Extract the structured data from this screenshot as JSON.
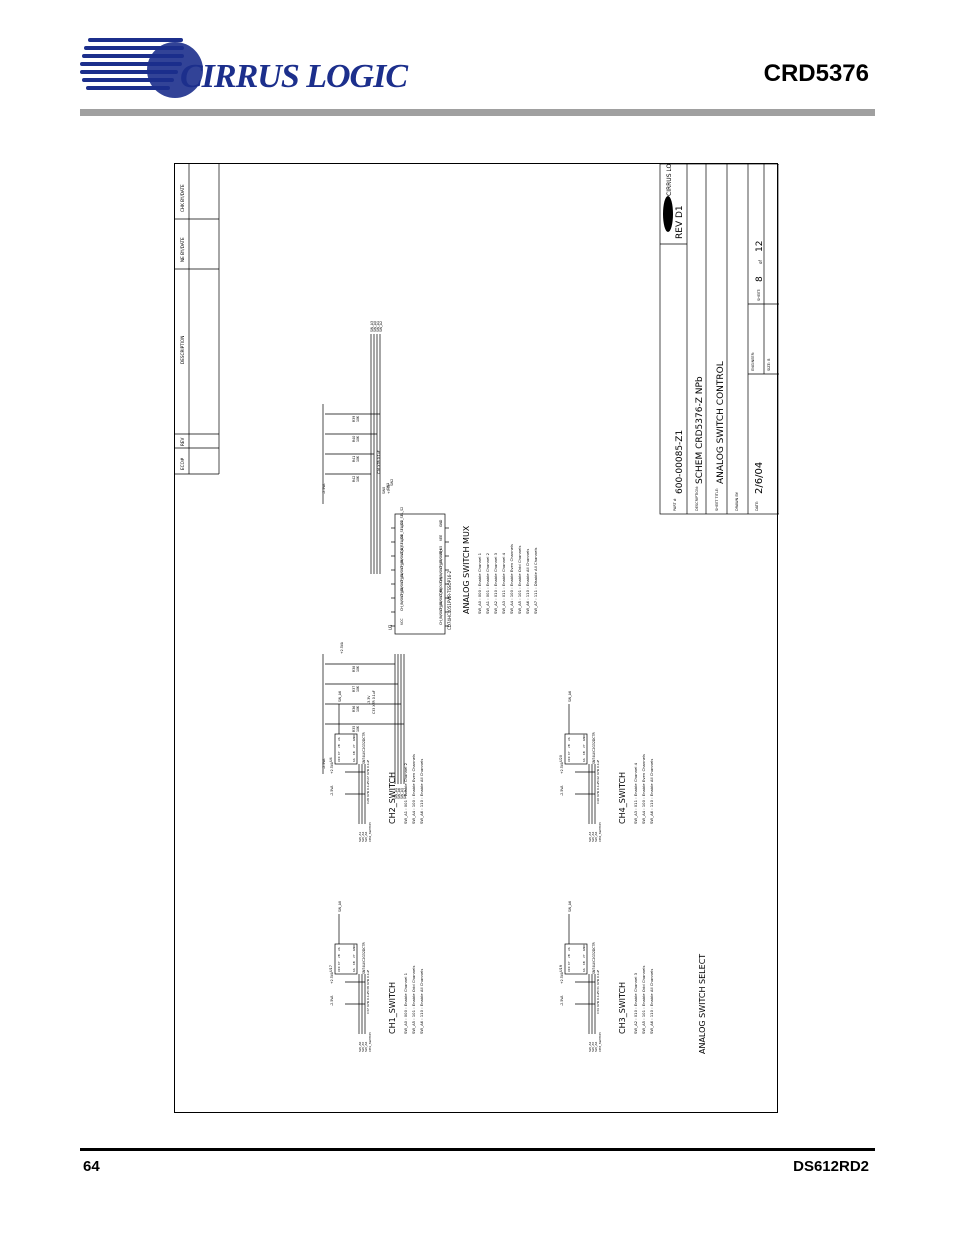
{
  "header": {
    "company": "CIRRUS LOGIC",
    "product": "CRD5376"
  },
  "footer": {
    "page_number": "64",
    "doc_id": "DS612RD2"
  },
  "revision_block": {
    "col_eco": "ECO#",
    "col_rev": "REV",
    "col_description": "DESCRIPTION",
    "col_ne": "NE BY/DATE",
    "col_chk": "CHK BY/DATE"
  },
  "title_block": {
    "company_logo": "CIRRUS LOGIC",
    "part_label": "PART #",
    "part_number": "600-00085-Z1",
    "rev": "REV D1",
    "description_label": "DESCRIPTION:",
    "description": "SCHEM CRD5376-Z NPb",
    "sheet_title_label": "SHEET TITLE:",
    "sheet_title": "ANALOG SWITCH CONTROL",
    "drawn_by_label": "DRAWN BY:",
    "engineer_label": "ENGINEER:",
    "date_label": "DATE:",
    "date": "2/6/04",
    "size_label": "SIZE: B",
    "sheet_label": "SHEET:",
    "sheet_num": "8",
    "of_label": "of",
    "sheet_total": "12"
  },
  "schematic": {
    "mux": {
      "title": "ANALOG SWITCH MUX",
      "ref": "U3",
      "part": "CD74HC4051PWR-TSSOP16-2",
      "pins_left": [
        "CH_IN/OUT_A4",
        "CH_IN/OUT_A6",
        "COM_OUT/IN",
        "CH_IN/OUT_A7",
        "CH_IN/OUT_A5",
        "INH",
        "VEE",
        "GND"
      ],
      "pins_right": [
        "VCC",
        "CH_IN/OUT_A2",
        "CH_IN/OUT_A1",
        "CH_IN/OUT_A0",
        "CH_IN/OUT_A3",
        "ADD_SEL_S0",
        "ADD_SEL_S1",
        "ADD_SEL_S2"
      ],
      "notes": [
        "SW_A0 : 000 : Enable Channel 1",
        "SW_A1 : 001 : Enable Channel 2",
        "SW_A2 : 010 : Enable Channel 3",
        "SW_A3 : 011 : Enable Channel 4",
        "SW_A4 : 100 : Enable Even Channels",
        "SW_A5 : 101 : Enable Odd Channels",
        "SW_A6 : 110 : Enable All Channels",
        "SW_A7 : 111 : Disable All Channels"
      ],
      "top_nets": [
        "SW_A2",
        "SW_A1",
        "SW_A0",
        "SW_A3"
      ],
      "bottom_nets": [
        "SW_A4",
        "SW_A6",
        "SW_A5",
        "SW_A7"
      ],
      "sel_nets": [
        "SW0",
        "SW1",
        "SW2"
      ],
      "rail_pos": "+3.3V",
      "rail_neg": "-3.3V",
      "rail_pos_a": "+2.5VA",
      "rail_neg_a": "-2.5VA",
      "cap_pos": [
        "C26",
        "X7R",
        "0.1uF"
      ],
      "cap_neg": [
        "C33",
        "X7R",
        "0.1uF"
      ],
      "res_top": [
        [
          "R39",
          "10K"
        ],
        [
          "R40",
          "10K"
        ],
        [
          "R41",
          "10K"
        ],
        [
          "R42",
          "10K"
        ]
      ],
      "res_bot": [
        [
          "R38",
          "10K"
        ],
        [
          "R37",
          "10K"
        ],
        [
          "R36",
          "10K"
        ],
        [
          "R35",
          "10K"
        ]
      ]
    },
    "switches": [
      {
        "title": "CH1_SWITCH",
        "ref": "U17",
        "part": "SN74LVC2G32DCTR",
        "caps": [
          [
            "C37",
            "X7R",
            "0.1uF"
          ],
          [
            "C38",
            "X7R",
            "0.1uF"
          ]
        ],
        "inputs": [
          "SW_A0",
          "SW_A5",
          "SW_A6"
        ],
        "out": "CH1_SWITCH",
        "tag": "SW_A8",
        "notes": [
          "SW_A0 : 000 : Enable Channel 1",
          "SW_A5 : 101 : Enable Odd Channels",
          "SW_A6 : 110 : Enable All Channels"
        ]
      },
      {
        "title": "CH2_SWITCH",
        "ref": "U4",
        "part": "SN74LVC2G32DCTR",
        "caps": [
          [
            "C28",
            "X7R",
            "0.1uF"
          ],
          [
            "C27",
            "X7R",
            "0.1uF"
          ]
        ],
        "inputs": [
          "SW_A1",
          "SW_A4",
          "SW_A6"
        ],
        "out": "CH2_SWITCH",
        "tag": "SW_A6",
        "notes": [
          "SW_A1 : 001 : Enable Channel 2",
          "SW_A4 : 100 : Enable Even Channels",
          "SW_A6 : 110 : Enable All Channels"
        ]
      },
      {
        "title": "CH3_SWITCH",
        "ref": "U19",
        "part": "SN74LVC2G32DCTR",
        "caps": [
          [
            "C34",
            "X7R",
            "0.1uF"
          ],
          [
            "C31",
            "X7R",
            "0.1uF"
          ]
        ],
        "inputs": [
          "SW_A2",
          "SW_A5",
          "SW_A6"
        ],
        "out": "CH3_SWITCH",
        "tag": "SW_A6",
        "notes": [
          "SW_A2 : 010 : Enable Channel 3",
          "SW_A5 : 101 : Enable Odd Channels",
          "SW_A6 : 110 : Enable All Channels"
        ]
      },
      {
        "title": "CH4_SWITCH",
        "ref": "U20",
        "part": "SN74LVC2G32DCTR",
        "caps": [
          [
            "C40",
            "X7R",
            "0.1uF"
          ],
          [
            "C42",
            "X7R",
            "0.1uF"
          ]
        ],
        "inputs": [
          "SW_A3",
          "SW_A4",
          "SW_A6"
        ],
        "out": "CH4_SWITCH",
        "tag": "SW_A6",
        "notes": [
          "SW_A3 : 011 : Enable Channel 4",
          "SW_A4 : 100 : Enable Even Channels",
          "SW_A6 : 110 : Enable All Channels"
        ]
      }
    ],
    "chip_pins_left": [
      "1A",
      "1B",
      "2Y",
      "GND"
    ],
    "chip_pins_right": [
      "VCC",
      "1Y",
      "2B",
      "2A"
    ],
    "rail_pos": "+2.5VA",
    "rail_neg": "-2.5VA",
    "section_title": "ANALOG SWITCH SELECT"
  }
}
